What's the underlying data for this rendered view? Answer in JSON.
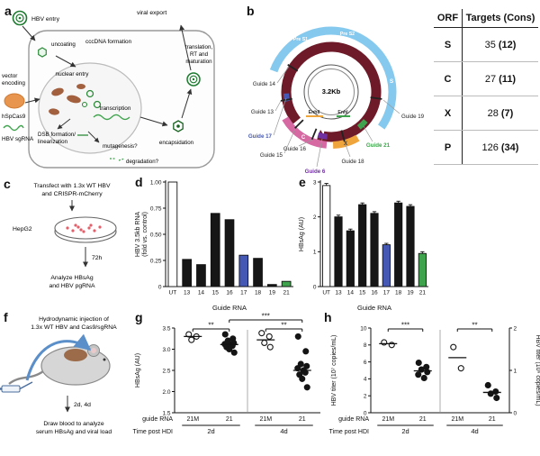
{
  "palette": {
    "blue": "#4559b4",
    "green": "#3fa34d",
    "purple": "#7030a0",
    "maroon": "#6e1a28",
    "lightblue": "#85c9ee",
    "pink": "#d668a2",
    "orange": "#f0a43c"
  },
  "figure": {
    "panels": {
      "a": {
        "label": "a",
        "labels": {
          "hbv_entry": "HBV entry",
          "viral_export": "viral export",
          "uncoating": "uncoating",
          "cccdna": "cccDNA formation",
          "nuclear_entry": "nuclear entry",
          "transcription": "transcription",
          "dsb1": "DSB formation/",
          "dsb2": "linearization",
          "mutagenesis": "mutagenesis?",
          "degradation": "degradation?",
          "encapsidation": "encapsidation",
          "trans1": "translation,",
          "trans2": "RT and",
          "trans3": "maturation",
          "vector1": "vector",
          "vector2": "encoding",
          "hspcas9": "hSpCas9",
          "sgrna": "HBV sgRNA"
        }
      },
      "b": {
        "label": "b",
        "center": "3.2Kb",
        "orf": {
          "pres1": "Pre S1",
          "pres2": "Pre S2",
          "s": "S",
          "c": "C",
          "x": "X",
          "enh2": "EnhII",
          "enh1": "EnhI"
        },
        "guides": [
          {
            "name": "Guide 14",
            "color": "#222222"
          },
          {
            "name": "Guide 13",
            "color": "#222222"
          },
          {
            "name": "Guide 17",
            "color": "#4559b4"
          },
          {
            "name": "Guide 15",
            "color": "#222222"
          },
          {
            "name": "Guide 16",
            "color": "#222222"
          },
          {
            "name": "Guide 6",
            "color": "#7030a0"
          },
          {
            "name": "Guide 18",
            "color": "#222222"
          },
          {
            "name": "Guide 21",
            "color": "#3fa34d"
          },
          {
            "name": "Guide 19",
            "color": "#222222"
          }
        ],
        "table": {
          "col1": "ORF",
          "col2": "Targets",
          "col2b": "(Cons)",
          "rows": [
            {
              "orf": "S",
              "count": "35",
              "cons": "(12)"
            },
            {
              "orf": "C",
              "count": "27",
              "cons": "(11)"
            },
            {
              "orf": "X",
              "count": "28",
              "cons": "(7)"
            },
            {
              "orf": "P",
              "count": "126",
              "cons": "(34)"
            }
          ]
        }
      },
      "c": {
        "label": "c",
        "lines": {
          "t1": "Transfect with 1.3x WT HBV",
          "t2": "and CRISPR-mCherry",
          "cell": "HepG2",
          "time": "72h",
          "a1": "Analyze HBsAg",
          "a2": "and HBV pgRNA"
        }
      },
      "d": {
        "label": "d"
      },
      "e": {
        "label": "e"
      },
      "f": {
        "label": "f",
        "lines": {
          "t1": "Hydrodynamic injection of",
          "t2": "1.3x WT HBV and Cas9/sgRNA",
          "time": "2d, 4d",
          "a1": "Draw blood to analyze",
          "a2": "serum HBsAg and viral load"
        }
      },
      "g": {
        "label": "g"
      },
      "h": {
        "label": "h"
      }
    }
  },
  "chart_data": [
    {
      "type": "bar",
      "panel": "d",
      "title": "",
      "categories": [
        "UT",
        "13",
        "14",
        "15",
        "16",
        "17",
        "18",
        "19",
        "21"
      ],
      "values": [
        1.0,
        0.26,
        0.21,
        0.7,
        0.64,
        0.3,
        0.27,
        0.02,
        0.05
      ],
      "colors": [
        "white",
        "black",
        "black",
        "black",
        "black",
        "blue",
        "black",
        "black",
        "green"
      ],
      "xlabel": "Guide RNA",
      "ylabel": [
        "HBV 3.5kb RNA",
        "(fold vs. control)"
      ],
      "ylim": [
        0,
        1.0
      ],
      "yticks": [
        0,
        0.25,
        0.5,
        0.75,
        1.0
      ],
      "ytick_labels": [
        "0",
        "0.25",
        "0.50",
        "0.75",
        "1.00"
      ],
      "grid": false
    },
    {
      "type": "bar",
      "panel": "e",
      "title": "",
      "categories": [
        "UT",
        "13",
        "14",
        "15",
        "16",
        "17",
        "18",
        "19",
        "21"
      ],
      "values": [
        2.9,
        2.0,
        1.6,
        2.35,
        2.1,
        1.2,
        2.4,
        2.3,
        0.95
      ],
      "errors": [
        0.06,
        0.05,
        0.05,
        0.05,
        0.05,
        0.04,
        0.05,
        0.05,
        0.05
      ],
      "colors": [
        "white",
        "black",
        "black",
        "black",
        "black",
        "blue",
        "black",
        "black",
        "green"
      ],
      "xlabel": "Guide RNA",
      "ylabel": [
        "HBsAg (AU)"
      ],
      "ylim": [
        0,
        3
      ],
      "yticks": [
        0,
        1,
        2,
        3
      ],
      "ytick_labels": [
        "0",
        "1",
        "2",
        "3"
      ],
      "grid": false
    },
    {
      "type": "scatter",
      "panel": "g",
      "title": "",
      "ylabel": "HBsAg (AU)",
      "ylim": [
        1.5,
        3.5
      ],
      "yticks": [
        1.5,
        2.0,
        2.5,
        3.0,
        3.5
      ],
      "ytick_labels": [
        "1.5",
        "2.0",
        "2.5",
        "3.0",
        "3.5"
      ],
      "x_row1_label": "guide RNA",
      "x_row2_label": "Time post HDI",
      "groups": [
        {
          "x_label": "21M",
          "time": "2d",
          "axis": "left",
          "marker": "open",
          "values": [
            3.35,
            3.3,
            3.22
          ],
          "median": 3.3
        },
        {
          "x_label": "21",
          "time": "2d",
          "axis": "left",
          "marker": "filled",
          "values": [
            3.35,
            3.25,
            3.2,
            3.15,
            3.12,
            3.1,
            3.08,
            3.05,
            3.0,
            2.92
          ],
          "median": 3.11
        },
        {
          "x_label": "21M",
          "time": "4d",
          "axis": "left",
          "marker": "open",
          "values": [
            3.38,
            3.3,
            3.15,
            3.05
          ],
          "median": 3.22
        },
        {
          "x_label": "21",
          "time": "4d",
          "axis": "left",
          "marker": "filled",
          "values": [
            3.3,
            2.95,
            2.65,
            2.6,
            2.55,
            2.5,
            2.45,
            2.4,
            2.3,
            2.1
          ],
          "median": 2.5
        }
      ],
      "time_groups": [
        {
          "label": "2d",
          "from": 0,
          "to": 1
        },
        {
          "label": "4d",
          "from": 2,
          "to": 3
        }
      ],
      "significance": [
        {
          "from": 1,
          "to": 3,
          "label": "***",
          "row": 0
        },
        {
          "from": 0,
          "to": 1,
          "label": "**",
          "row": 1
        },
        {
          "from": 2,
          "to": 3,
          "label": "**",
          "row": 1
        }
      ]
    },
    {
      "type": "scatter",
      "panel": "h",
      "title": "",
      "ylabel": "HBV titer (10⁷ copies/mL)",
      "ylim": [
        0,
        10
      ],
      "yticks": [
        0,
        2,
        4,
        6,
        8,
        10
      ],
      "ytick_labels": [
        "0",
        "2",
        "4",
        "6",
        "8",
        "10"
      ],
      "right": {
        "ylabel": "HBV titer (10⁶ copies/mL)",
        "ylim": [
          0,
          2
        ],
        "yticks": [
          0,
          1,
          2
        ],
        "ytick_labels": [
          "0",
          "1",
          "2"
        ]
      },
      "x_row1_label": "guide RNA",
      "x_row2_label": "Time post HDI",
      "groups": [
        {
          "x_label": "21M",
          "time": "2d",
          "axis": "left",
          "marker": "open",
          "values": [
            8.3,
            8.0
          ],
          "median": 8.15
        },
        {
          "x_label": "21",
          "time": "2d",
          "axis": "left",
          "marker": "filled",
          "values": [
            5.9,
            5.4,
            5.1,
            4.8,
            4.5,
            4.1
          ],
          "median": 4.95
        },
        {
          "x_label": "21M",
          "time": "4d",
          "axis": "right",
          "marker": "open",
          "values": [
            1.55,
            1.05
          ],
          "median": 1.3
        },
        {
          "x_label": "21",
          "time": "4d",
          "axis": "right",
          "marker": "filled",
          "values": [
            0.65,
            0.5,
            0.45,
            0.35
          ],
          "median": 0.48
        }
      ],
      "time_groups": [
        {
          "label": "2d",
          "from": 0,
          "to": 1
        },
        {
          "label": "4d",
          "from": 2,
          "to": 3
        }
      ],
      "significance": [
        {
          "from": 0,
          "to": 1,
          "label": "***",
          "row": 1
        },
        {
          "from": 2,
          "to": 3,
          "label": "**",
          "row": 1
        }
      ]
    }
  ]
}
